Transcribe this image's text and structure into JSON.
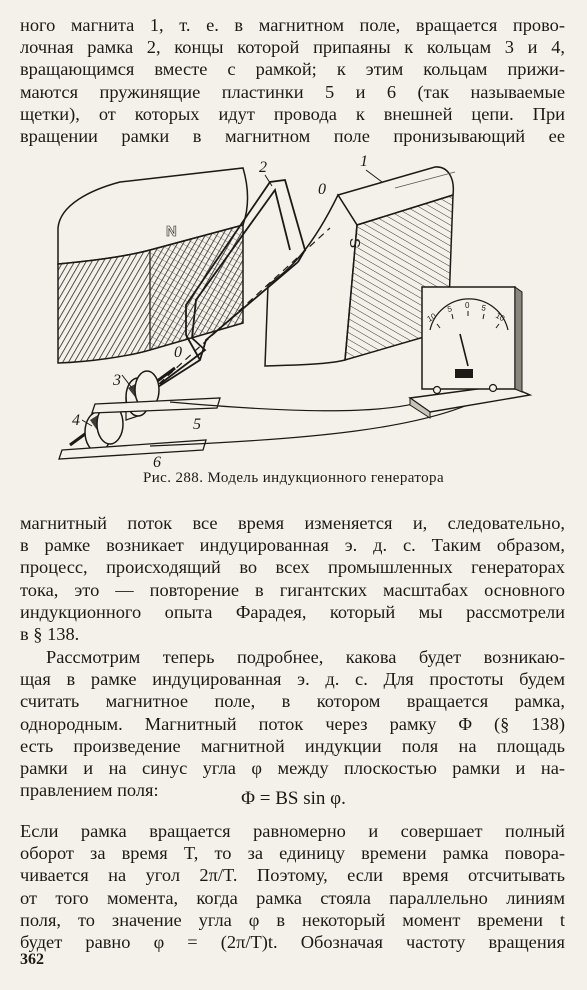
{
  "paragraph1": {
    "lines": [
      "ного магнита 1, т. е. в магнитном поле, вращается прово-",
      "лочная рамка 2, концы которой припаяны к кольцам 3 и 4,",
      "вращающимся вместе с рамкой; к этим кольцам прижи-",
      "маются пружинящие пластинки 5 и 6 (так называемые",
      "щетки), от которых идут провода к внешней цепи. При",
      "вращении рамки в магнитном поле пронизывающий ее"
    ]
  },
  "figure": {
    "labels": {
      "l1": "1",
      "l2": "2",
      "l3": "3",
      "l4": "4",
      "l5": "5",
      "l6": "6",
      "o_top": "0",
      "o_bottom": "0",
      "n": "N",
      "s": "S"
    },
    "scale_ticks": [
      "10",
      "5",
      "0",
      "5",
      "10"
    ],
    "caption": "Рис. 288. Модель индукционного генератора"
  },
  "paragraph2": {
    "lines": [
      "магнитный поток все время изменяется и, следовательно,",
      "в рамке возникает индуцированная э. д. с. Таким образом,",
      "процесс, происходящий во всех промышленных генераторах",
      "тока, это — повторение в гигантских масштабах основного",
      "индукционного опыта Фарадея, который мы рассмотрели",
      "в § 138."
    ]
  },
  "paragraph3": {
    "lines": [
      "Рассмотрим теперь подробнее, какова будет возникаю-",
      "щая в рамке индуцированная э. д. с. Для простоты будем",
      "считать магнитное поле, в котором вращается рамка,",
      "однородным. Магнитный поток через рамку Φ (§ 138)",
      "есть произведение магнитной индукции поля на площадь",
      "рамки и на синус угла φ между плоскостью рамки и на-",
      "правлением поля:"
    ]
  },
  "formula": "Φ = BS sin φ.",
  "paragraph4": {
    "lines": [
      "Если рамка вращается равномерно и совершает полный",
      "оборот за время T, то за единицу времени рамка повора-",
      "чивается на угол 2π/T. Поэтому, если время отсчитывать",
      "от того момента, когда рамка стояла параллельно линиям",
      "поля, то значение угла φ в некоторый момент времени t",
      "будет равно φ = (2π/T)t. Обозначая частоту вращения"
    ]
  },
  "page_number": "362"
}
